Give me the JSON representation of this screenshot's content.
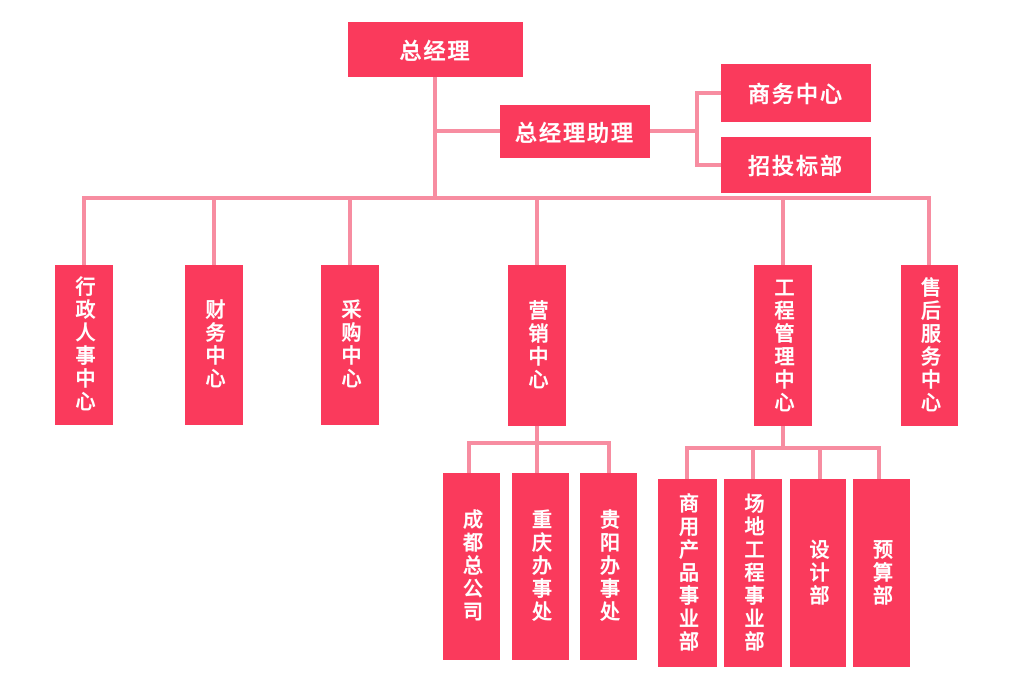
{
  "colors": {
    "box": "#fa3a5c",
    "line": "#f78da1",
    "text": "#ffffff",
    "bg": "#ffffff"
  },
  "nodes": {
    "gm": "总经理",
    "gm_assistant": "总经理助理",
    "business_center": "商务中心",
    "bidding_dept": "招投标部",
    "admin_hr_center": "行政人事中心",
    "finance_center": "财务中心",
    "procurement_center": "采购中心",
    "marketing_center": "营销中心",
    "engineering_mgmt_center": "工程管理中心",
    "aftersales_service_center": "售后服务中心",
    "chengdu_head_office": "成都总公司",
    "chongqing_office": "重庆办事处",
    "guiyang_office": "贵阳办事处",
    "commercial_products_div": "商用产品事业部",
    "site_engineering_div": "场地工程事业部",
    "design_dept": "设计部",
    "budget_dept": "预算部"
  },
  "edges": [
    {
      "parent": "gm",
      "child": "gm_assistant"
    },
    {
      "parent": "gm_assistant",
      "child": "business_center"
    },
    {
      "parent": "gm_assistant",
      "child": "bidding_dept"
    },
    {
      "parent": "gm",
      "child": "admin_hr_center"
    },
    {
      "parent": "gm",
      "child": "finance_center"
    },
    {
      "parent": "gm",
      "child": "procurement_center"
    },
    {
      "parent": "gm",
      "child": "marketing_center"
    },
    {
      "parent": "gm",
      "child": "engineering_mgmt_center"
    },
    {
      "parent": "gm",
      "child": "aftersales_service_center"
    },
    {
      "parent": "marketing_center",
      "child": "chengdu_head_office"
    },
    {
      "parent": "marketing_center",
      "child": "chongqing_office"
    },
    {
      "parent": "marketing_center",
      "child": "guiyang_office"
    },
    {
      "parent": "engineering_mgmt_center",
      "child": "commercial_products_div"
    },
    {
      "parent": "engineering_mgmt_center",
      "child": "site_engineering_div"
    },
    {
      "parent": "engineering_mgmt_center",
      "child": "design_dept"
    },
    {
      "parent": "engineering_mgmt_center",
      "child": "budget_dept"
    }
  ]
}
